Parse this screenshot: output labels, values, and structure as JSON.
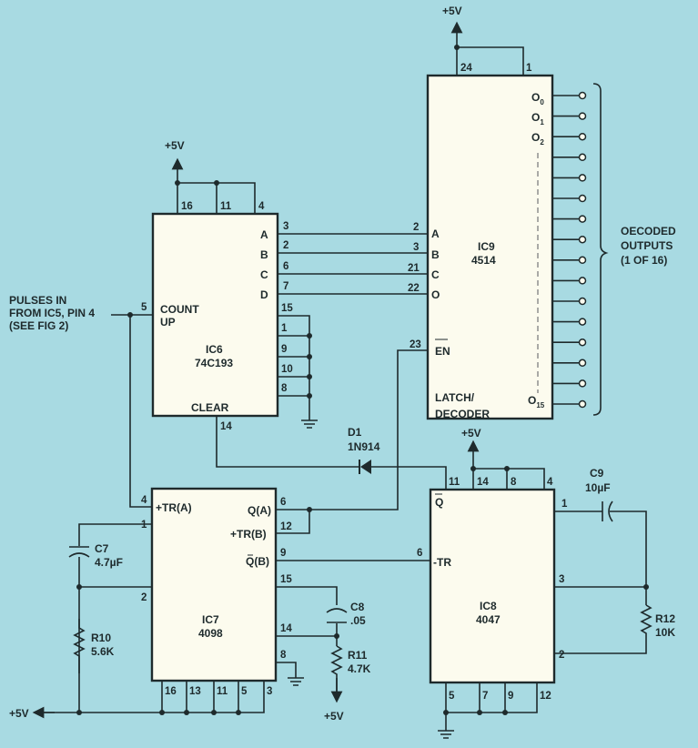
{
  "colors": {
    "background": "#a8dae2",
    "chip_fill": "#fcfbee",
    "ink": "#1e2a2c"
  },
  "supply_label": "+5V",
  "input": {
    "line1": "PULSES IN",
    "line2": "FROM IC5, PIN 4",
    "line3": "(SEE FIG 2)"
  },
  "ic6": {
    "name": "IC6",
    "part": "74C193",
    "count_label_1": "COUNT",
    "count_label_2": "UP",
    "clear_label": "CLEAR",
    "top_pins": [
      "16",
      "11",
      "4"
    ],
    "outputs": [
      {
        "label": "A",
        "pin": "3"
      },
      {
        "label": "B",
        "pin": "2"
      },
      {
        "label": "C",
        "pin": "6"
      },
      {
        "label": "D",
        "pin": "7"
      }
    ],
    "grounded_pins": [
      "15",
      "1",
      "9",
      "10",
      "8"
    ],
    "count_pin": "5",
    "clear_pin": "14"
  },
  "ic9": {
    "name": "IC9",
    "part": "4514",
    "function_1": "LATCH/",
    "function_2": "DECODER",
    "top_pins": [
      "24",
      "1"
    ],
    "inputs": [
      {
        "label": "A",
        "pin": "2"
      },
      {
        "label": "B",
        "pin": "3"
      },
      {
        "label": "C",
        "pin": "21"
      },
      {
        "label": "O",
        "pin": "22"
      }
    ],
    "enable_label": "EN",
    "enable_pin": "23",
    "output_letter": "O",
    "output_subscripts": [
      "0",
      "1",
      "2",
      "15"
    ],
    "output_count": 16,
    "outputs_label_1": "OECODED",
    "outputs_label_2": "OUTPUTS",
    "outputs_label_3": "(1 OF 16)"
  },
  "d1": {
    "name": "D1",
    "part": "1N914"
  },
  "ic7": {
    "name": "IC7",
    "part": "4098",
    "left_pins": [
      {
        "pin": "4",
        "label": "+TR(A)"
      },
      {
        "pin": "1"
      },
      {
        "pin": "2"
      }
    ],
    "right_pins": [
      {
        "pin": "6",
        "label": "Q(A)"
      },
      {
        "pin": "12",
        "label": "+TR(B)"
      },
      {
        "pin": "9",
        "label": "Q(B)"
      },
      {
        "pin": "15"
      },
      {
        "pin": "14"
      },
      {
        "pin": "8"
      }
    ],
    "bottom_pins": [
      "16",
      "13",
      "11",
      "5",
      "3"
    ]
  },
  "ic8": {
    "name": "IC8",
    "part": "4047",
    "top_pins": [
      "11",
      "14",
      "8",
      "4"
    ],
    "q_label": "Q",
    "tr_label": "-TR",
    "tr_pin": "6",
    "right_pins": [
      "1",
      "3",
      "2"
    ],
    "bottom_pins": [
      "5",
      "7",
      "9",
      "12"
    ]
  },
  "c7": {
    "name": "C7",
    "value": "4.7µF"
  },
  "r10": {
    "name": "R10",
    "value": "5.6K"
  },
  "c8": {
    "name": "C8",
    "value": ".05"
  },
  "r11": {
    "name": "R11",
    "value": "4.7K"
  },
  "c9": {
    "name": "C9",
    "value": "10µF"
  },
  "r12": {
    "name": "R12",
    "value": "10K"
  }
}
